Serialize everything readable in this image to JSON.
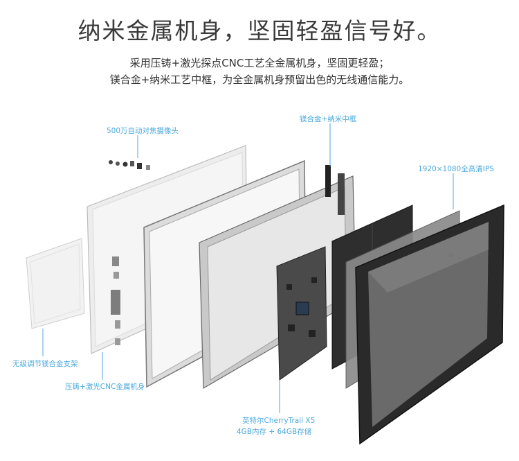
{
  "headline": "纳米金属机身，坚固轻盈信号好。",
  "subline_1": "采用压铸+激光探点CNC工艺全金属机身，坚固更轻盈；",
  "subline_2": "镁合金+纳米工艺中框，为全金属机身预留出色的无线通信能力。",
  "callouts": {
    "camera": "500万自动对焦摄像头",
    "frame": "镁合金+纳米中框",
    "display": "1920×1080全高清IPS",
    "kickstand": "无级调节镁合金支架",
    "body": "压铸+激光CNC金属机身",
    "cpu_line1": "英特尔CherryTrail X5",
    "cpu_line2": "4GB内存 + 64GB存储"
  },
  "colors": {
    "accent": "#4aa8dc",
    "text": "#333333"
  }
}
